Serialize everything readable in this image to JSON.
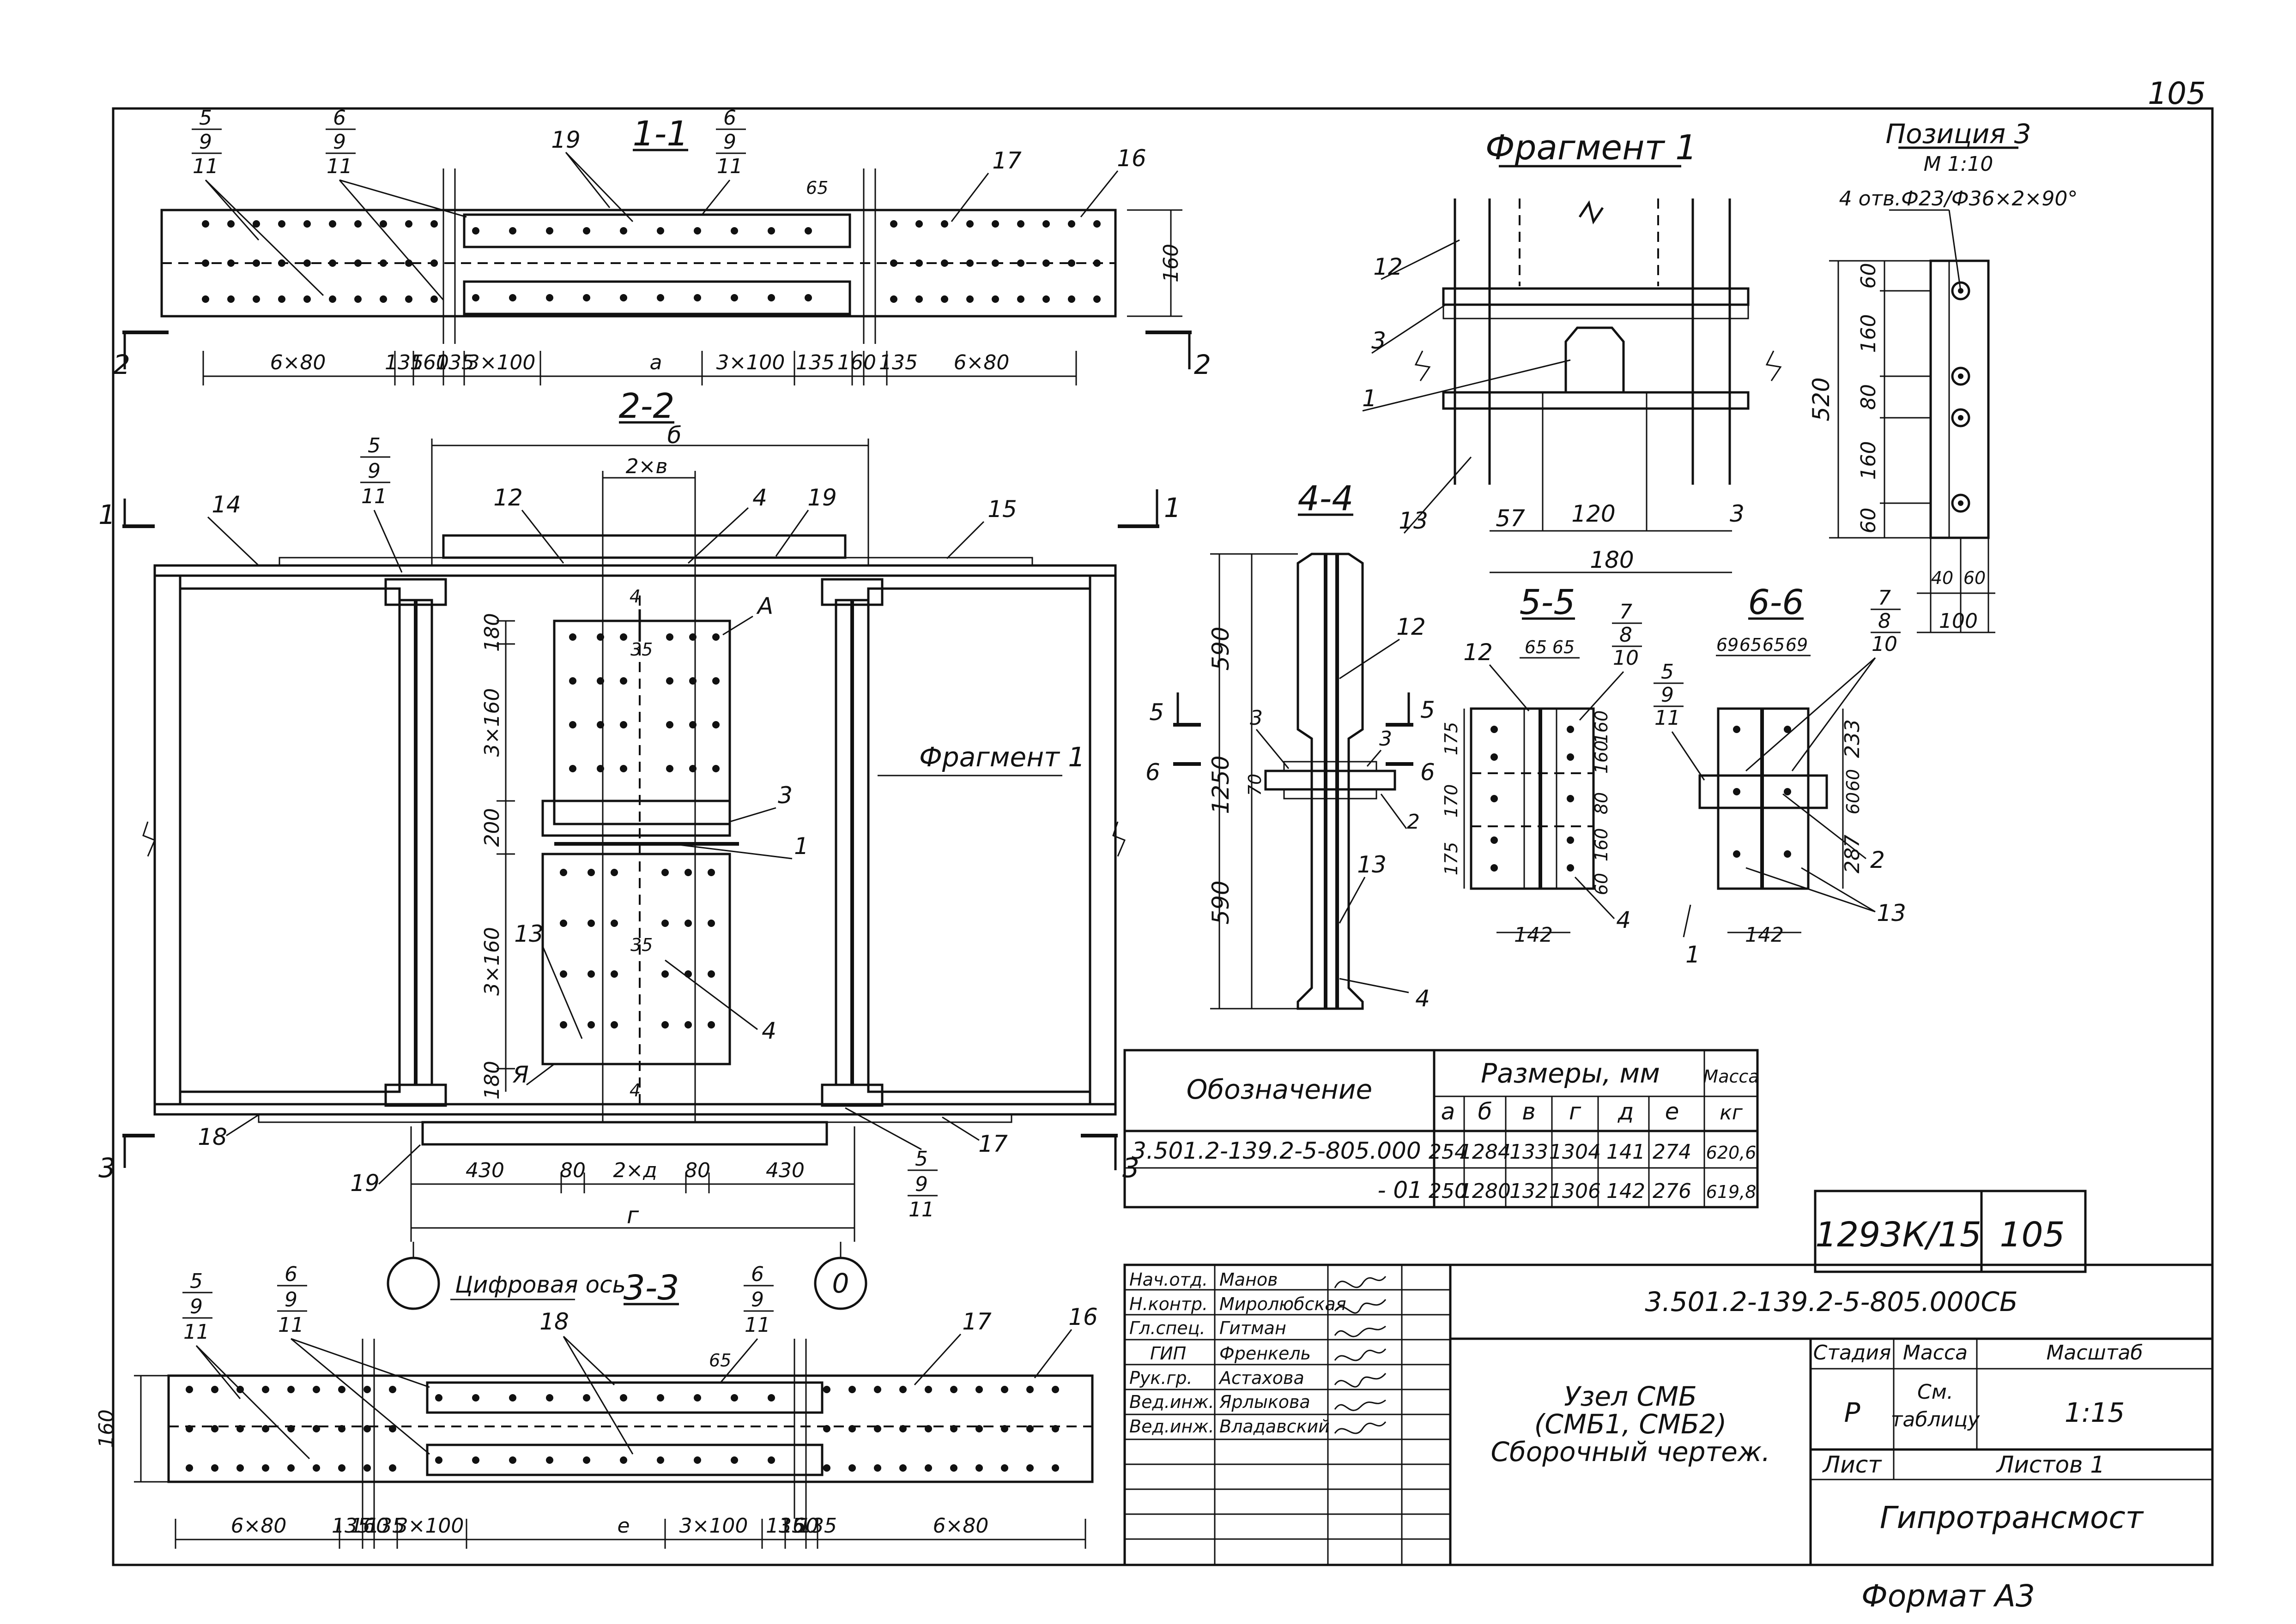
{
  "sheet": {
    "page_number": "105",
    "format_label": "Формат А3"
  },
  "views": {
    "section_1_1": "1-1",
    "section_2_2": "2-2",
    "section_3_3": "3-3",
    "section_4_4": "4-4",
    "section_5_5": "5-5",
    "section_6_6": "6-6",
    "fragment_1_title": "Фрагмент 1",
    "fragment_1_ref": "Фрагмент 1",
    "position_3_title": "Позиция 3",
    "position_3_scale": "М 1:10",
    "position_3_note": "4 отв.Ф23/Ф36×2×90°",
    "digital_axis": "Цифровая ось",
    "axis_bubble": "0",
    "detail_a": "А",
    "detail_ya": "Я"
  },
  "callouts": {
    "c5_9_11": [
      "5",
      "9",
      "11"
    ],
    "c6_9_11": [
      "6",
      "9",
      "11"
    ],
    "c7_8_10": [
      "7",
      "8",
      "10"
    ],
    "numbers": [
      "1",
      "2",
      "3",
      "4",
      "12",
      "13",
      "14",
      "15",
      "16",
      "17",
      "18",
      "19"
    ]
  },
  "dims": {
    "d1_1": [
      "6×80",
      "135",
      "160",
      "135",
      "3×100",
      "а",
      "3×100",
      "135",
      "160",
      "135",
      "6×80"
    ],
    "d3_3": [
      "6×80",
      "135",
      "160",
      "135",
      "3×100",
      "е",
      "3×100",
      "135",
      "160",
      "135",
      "6×80"
    ],
    "d2_2_bottom": [
      "430",
      "80",
      "2×д",
      "80",
      "430"
    ],
    "d2_2_g": "г",
    "d2_2_b": "б",
    "d2_2_2v": "2×в",
    "d2_2_vert": [
      "180",
      "3×160",
      "200",
      "3×160",
      "180"
    ],
    "d65": "65",
    "d160": "160",
    "d35": "35",
    "d4_4": [
      "590",
      "1250",
      "590",
      "70"
    ],
    "d5_5": [
      "65",
      "65",
      "175",
      "170",
      "175",
      "160",
      "80",
      "160",
      "60",
      "60",
      "142"
    ],
    "d6_6": [
      "69",
      "65",
      "65",
      "69",
      "233",
      "60",
      "60",
      "287",
      "142"
    ],
    "frag1": [
      "57",
      "120",
      "3",
      "180"
    ],
    "pos3": [
      "60",
      "160",
      "80",
      "160",
      "60",
      "520",
      "40",
      "60",
      "100"
    ]
  },
  "size_table": {
    "col_designation": "Обозначение",
    "col_sizes": "Размеры, мм",
    "col_mass": "Масса",
    "col_mass_unit": "кг",
    "letters": [
      "а",
      "б",
      "в",
      "г",
      "д",
      "е"
    ],
    "rows": [
      {
        "name": "3.501.2-139.2-5-805.000",
        "a": "254",
        "b": "1284",
        "v": "133",
        "g": "1304",
        "d": "141",
        "e": "274",
        "mass": "620,6"
      },
      {
        "name": "- 01",
        "a": "250",
        "b": "1280",
        "v": "132",
        "g": "1306",
        "d": "142",
        "e": "276",
        "mass": "619,8"
      }
    ]
  },
  "stamp_top": {
    "inv_number": "1293К/15",
    "sheet_no": "105"
  },
  "title_block": {
    "doc_code": "3.501.2-139.2-5-805.000СБ",
    "title_line1": "Узел СМБ",
    "title_line2": "(СМБ1, СМБ2)",
    "title_line3": "Сборочный чертеж.",
    "stage_label": "Стадия",
    "mass_label": "Масса",
    "scale_label": "Масштаб",
    "stage_value": "Р",
    "mass_value_1": "См.",
    "mass_value_2": "таблицу",
    "scale_value": "1:15",
    "sheet_label": "Лист",
    "sheets_label": "Листов 1",
    "organization": "Гипротрансмост",
    "staff": [
      {
        "role": "Нач.отд.",
        "name": "Манов"
      },
      {
        "role": "Н.контр.",
        "name": "Миролюбская"
      },
      {
        "role": "Гл.спец.",
        "name": "Гитман"
      },
      {
        "role": "ГИП",
        "name": "Френкель"
      },
      {
        "role": "Рук.гр.",
        "name": "Астахова"
      },
      {
        "role": "Вед.инж.",
        "name": "Ярлыкова"
      },
      {
        "role": "Вед.инж.",
        "name": "Владавский"
      }
    ]
  }
}
